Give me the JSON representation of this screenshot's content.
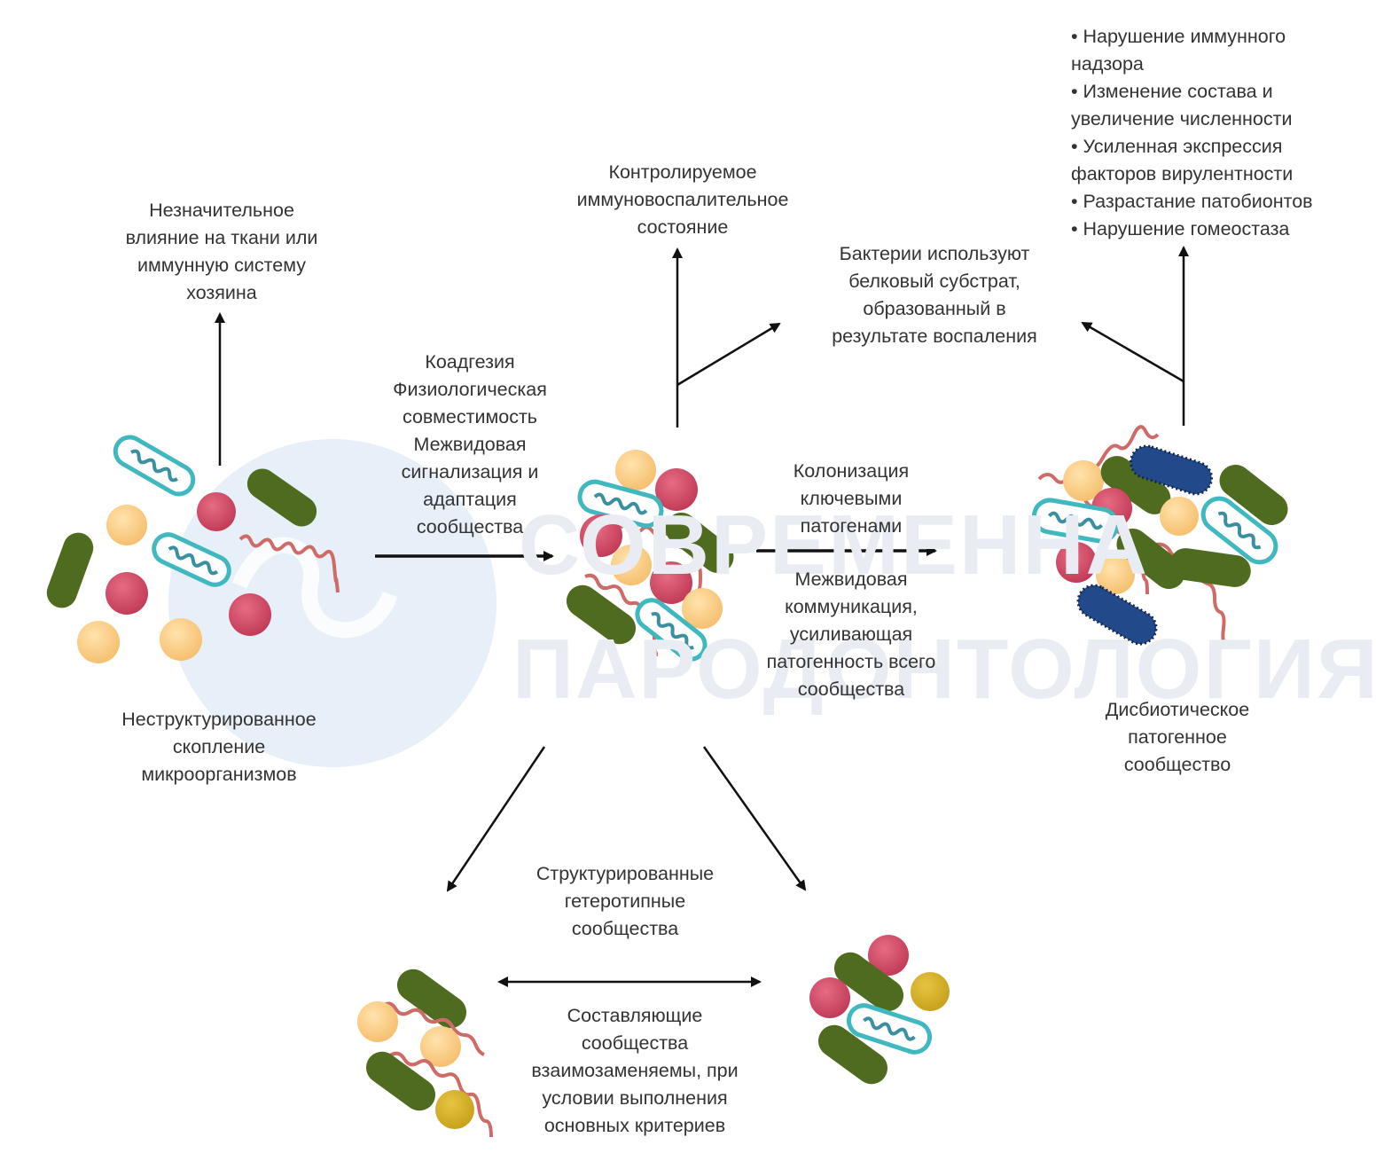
{
  "watermark": {
    "line1": "СОВРЕМЕННА",
    "line2": "ПАРОДОНТОЛОГИЯ"
  },
  "labels": {
    "minor_influence": [
      "Незначительное",
      "влияние на ткани или",
      "иммунную систему",
      "хозяина"
    ],
    "unstructured": [
      "Неструктурированное",
      "скопление",
      "микроорганизмов"
    ],
    "coaggregation": [
      "Коадгезия",
      "Физиологическая",
      "совместимость",
      "Межвидовая",
      "сигнализация и",
      "адаптация",
      "сообщества"
    ],
    "controlled": [
      "Контролируемое",
      "иммуновоспалительное",
      "состояние"
    ],
    "bacteria_use": [
      "Бактерии используют",
      "белковый субстрат,",
      "образованный в",
      "результате воспаления"
    ],
    "colonization": [
      "Колонизация",
      "ключевыми",
      "патогенами"
    ],
    "interspecies": [
      "Межвидовая",
      "коммуникация,",
      "усиливающая",
      "патогенность всего",
      "сообщества"
    ],
    "dysbiotic": [
      "Дисбиотическое",
      "патогенное",
      "сообщество"
    ],
    "structured": [
      "Структурированные",
      "гетеротипные",
      "сообщества"
    ],
    "interchangeable": [
      "Составляющие",
      "сообщества",
      "взаимозаменяемы, при",
      "условии выполнения",
      "основных критериев"
    ]
  },
  "bullets": [
    [
      "• Нарушение иммунного",
      "надзора"
    ],
    [
      "• Изменение состава и",
      "увеличение численности"
    ],
    [
      "• Усиленная экспрессия",
      "факторов вирулентности"
    ],
    [
      "• Разрастание патобионтов"
    ],
    [
      "• Нарушение гомеостаза"
    ]
  ],
  "colors": {
    "green_rod": "#4e6b1f",
    "yellow_coccus": "#fbd38a",
    "red_coccus": "#d6506a",
    "spirochete": "#cf6b66",
    "teal_outline": "#3fb8bf",
    "blue_rod": "#224a8a",
    "gold_coccus": "#d9b22a",
    "watermark_circle": "#e7eff8"
  }
}
